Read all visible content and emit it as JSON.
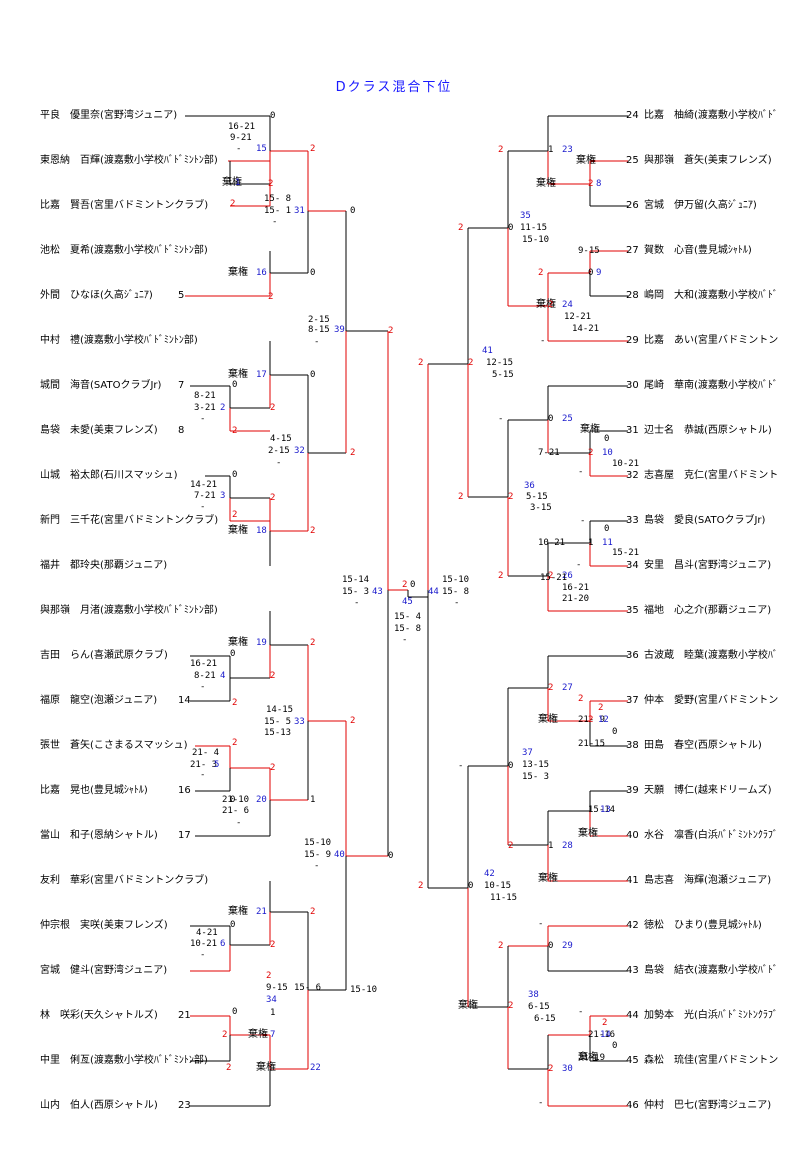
{
  "title": "Dクラス混合下位",
  "left_players": [
    {
      "name": "平良　優里奈(宮野湾ジュニア)",
      "number": ""
    },
    {
      "name": "東恩納　百輝(渡嘉敷小学校ﾊﾞﾄﾞﾐﾝﾄﾝ部)",
      "number": ""
    },
    {
      "name": "比嘉　賢吾(宮里バドミントンクラブ)",
      "number": ""
    },
    {
      "name": "池松　夏希(渡嘉敷小学校ﾊﾞﾄﾞﾐﾝﾄﾝ部)",
      "number": ""
    },
    {
      "name": "外間　ひなほ(久高ｼﾞｭﾆｱ)",
      "number": "5"
    },
    {
      "name": "中村　禮(渡嘉敷小学校ﾊﾞﾄﾞﾐﾝﾄﾝ部)",
      "number": ""
    },
    {
      "name": "城間　海音(SATOクラブJr)",
      "number": "7"
    },
    {
      "name": "島袋　未愛(美東フレンズ)",
      "number": "8"
    },
    {
      "name": "山城　裕太郎(石川スマッシュ)",
      "number": ""
    },
    {
      "name": "新門　三千花(宮里バドミントンクラブ)",
      "number": ""
    },
    {
      "name": "福井　都玲央(那覇ジュニア)",
      "number": ""
    },
    {
      "name": "與那嶺　月渚(渡嘉敷小学校ﾊﾞﾄﾞﾐﾝﾄﾝ部)",
      "number": ""
    },
    {
      "name": "吉田　らん(喜瀬武原クラブ)",
      "number": ""
    },
    {
      "name": "福原　龍空(泡瀬ジュニア)",
      "number": "14"
    },
    {
      "name": "張世　蒼矢(こさまるスマッシュ)",
      "number": ""
    },
    {
      "name": "比嘉　晃也(豊見城ｼｬﾄﾙ)",
      "number": "16"
    },
    {
      "name": "當山　和子(恩納シャトル)",
      "number": "17"
    },
    {
      "name": "友利　華彩(宮里バドミントンクラブ)",
      "number": ""
    },
    {
      "name": "仲宗根　実咲(美東フレンズ)",
      "number": ""
    },
    {
      "name": "宮城　健斗(宮野湾ジュニア)",
      "number": ""
    },
    {
      "name": "林　咲彩(天久シャトルズ)",
      "number": "21"
    },
    {
      "name": "中里　俐亙(渡嘉敷小学校ﾊﾞﾄﾞﾐﾝﾄﾝ部)",
      "number": ""
    },
    {
      "name": "山内　伯人(西原シャトル)",
      "number": "23"
    }
  ],
  "right_players": [
    {
      "number": "24",
      "name": "比嘉　柚綺(渡嘉敷小学校ﾊﾞﾄﾞ"
    },
    {
      "number": "25",
      "name": "與那嶺　蒼矢(美東フレンズ)"
    },
    {
      "number": "26",
      "name": "宮城　伊万留(久高ｼﾞｭﾆｱ)"
    },
    {
      "number": "27",
      "name": "賀数　心音(豊見城ｼｬﾄﾙ)"
    },
    {
      "number": "28",
      "name": "嶋岡　大和(渡嘉敷小学校ﾊﾞﾄﾞ"
    },
    {
      "number": "29",
      "name": "比嘉　あい(宮里バドミントン"
    },
    {
      "number": "30",
      "name": "尾崎　華南(渡嘉敷小学校ﾊﾞﾄﾞ"
    },
    {
      "number": "31",
      "name": "辺士名　恭誠(西原シャトル)"
    },
    {
      "number": "32",
      "name": "志喜屋　克仁(宮里バドミント"
    },
    {
      "number": "33",
      "name": "島袋　愛良(SATOクラブJr)"
    },
    {
      "number": "34",
      "name": "安里　昌斗(宮野湾ジュニア)"
    },
    {
      "number": "35",
      "name": "福地　心之介(那覇ジュニア)"
    },
    {
      "number": "36",
      "name": "古波蔵　睦葉(渡嘉敷小学校ﾊﾞ"
    },
    {
      "number": "37",
      "name": "仲本　愛野(宮里バドミントン"
    },
    {
      "number": "38",
      "name": "田島　春空(西原シャトル)"
    },
    {
      "number": "39",
      "name": "天願　博仁(越来ドリームズ)"
    },
    {
      "number": "40",
      "name": "水谷　凛香(白浜ﾊﾞﾄﾞﾐﾝﾄﾝｸﾗﾌﾞ"
    },
    {
      "number": "41",
      "name": "島志喜　海輝(泡瀬ジュニア)"
    },
    {
      "number": "42",
      "name": "徳松　ひまり(豊見城ｼｬﾄﾙ)"
    },
    {
      "number": "43",
      "name": "島袋　結衣(渡嘉敷小学校ﾊﾞﾄﾞ"
    },
    {
      "number": "44",
      "name": "加勢本　光(白浜ﾊﾞﾄﾞﾐﾝﾄﾝｸﾗﾌﾞ"
    },
    {
      "number": "45",
      "name": "森松　琉佳(宮里バドミントン"
    },
    {
      "number": "46",
      "name": "仲村　巴七(宮野湾ジュニア)"
    }
  ],
  "annotations": [
    {
      "t": "0",
      "c": "k"
    },
    {
      "t": "16-21",
      "c": "k"
    },
    {
      "t": "9-21",
      "c": "k"
    },
    {
      "t": "-",
      "c": "k"
    },
    {
      "t": "15",
      "c": "b"
    },
    {
      "t": "2",
      "c": "r"
    },
    {
      "t": "棄権",
      "c": "k"
    },
    {
      "t": "1",
      "c": "b"
    },
    {
      "t": "2",
      "c": "r"
    },
    {
      "t": "2",
      "c": "r"
    },
    {
      "t": "15- 8",
      "c": "k"
    },
    {
      "t": "15- 1",
      "c": "k"
    },
    {
      "t": "31",
      "c": "b"
    },
    {
      "t": "-",
      "c": "k"
    },
    {
      "t": "0",
      "c": "k"
    },
    {
      "t": "棄権",
      "c": "k"
    },
    {
      "t": "16",
      "c": "b"
    },
    {
      "t": "0",
      "c": "k"
    },
    {
      "t": "2",
      "c": "r"
    },
    {
      "t": "2-15",
      "c": "k"
    },
    {
      "t": "8-15",
      "c": "k"
    },
    {
      "t": "39",
      "c": "b"
    },
    {
      "t": "-",
      "c": "k"
    },
    {
      "t": "2",
      "c": "r"
    },
    {
      "t": "棄権",
      "c": "k"
    },
    {
      "t": "17",
      "c": "b"
    },
    {
      "t": "0",
      "c": "k"
    },
    {
      "t": "0",
      "c": "k"
    },
    {
      "t": "8-21",
      "c": "k"
    },
    {
      "t": "3-21",
      "c": "k"
    },
    {
      "t": "2",
      "c": "b"
    },
    {
      "t": "-",
      "c": "k"
    },
    {
      "t": "2",
      "c": "r"
    },
    {
      "t": "2",
      "c": "r"
    },
    {
      "t": "4-15",
      "c": "k"
    },
    {
      "t": "2-15",
      "c": "k"
    },
    {
      "t": "32",
      "c": "b"
    },
    {
      "t": "-",
      "c": "k"
    },
    {
      "t": "2",
      "c": "r"
    },
    {
      "t": "0",
      "c": "k"
    },
    {
      "t": "14-21",
      "c": "k"
    },
    {
      "t": "7-21",
      "c": "k"
    },
    {
      "t": "3",
      "c": "b"
    },
    {
      "t": "-",
      "c": "k"
    },
    {
      "t": "2",
      "c": "r"
    },
    {
      "t": "棄権",
      "c": "k"
    },
    {
      "t": "18",
      "c": "b"
    },
    {
      "t": "2",
      "c": "r"
    },
    {
      "t": "2",
      "c": "r"
    },
    {
      "t": "15-14",
      "c": "k"
    },
    {
      "t": "15- 3",
      "c": "k"
    },
    {
      "t": "43",
      "c": "b"
    },
    {
      "t": "-",
      "c": "k"
    },
    {
      "t": "2",
      "c": "r"
    },
    {
      "t": "0",
      "c": "k"
    },
    {
      "t": "45",
      "c": "b"
    },
    {
      "t": "15- 4",
      "c": "k"
    },
    {
      "t": "15- 8",
      "c": "k"
    },
    {
      "t": "-",
      "c": "k"
    },
    {
      "t": "44",
      "c": "b"
    },
    {
      "t": "15-10",
      "c": "k"
    },
    {
      "t": "15- 8",
      "c": "k"
    },
    {
      "t": "-",
      "c": "k"
    },
    {
      "t": "棄権",
      "c": "k"
    },
    {
      "t": "19",
      "c": "b"
    },
    {
      "t": "2",
      "c": "r"
    },
    {
      "t": "0",
      "c": "k"
    },
    {
      "t": "16-21",
      "c": "k"
    },
    {
      "t": "8-21",
      "c": "k"
    },
    {
      "t": "4",
      "c": "b"
    },
    {
      "t": "-",
      "c": "k"
    },
    {
      "t": "2",
      "c": "r"
    },
    {
      "t": "2",
      "c": "r"
    },
    {
      "t": "14-15",
      "c": "k"
    },
    {
      "t": "15- 5",
      "c": "k"
    },
    {
      "t": "33",
      "c": "b"
    },
    {
      "t": "15-13",
      "c": "k"
    },
    {
      "t": "2",
      "c": "r"
    },
    {
      "t": "2",
      "c": "r"
    },
    {
      "t": "21- 4",
      "c": "k"
    },
    {
      "t": "21- 3",
      "c": "k"
    },
    {
      "t": "5",
      "c": "b"
    },
    {
      "t": "-",
      "c": "k"
    },
    {
      "t": "2",
      "c": "r"
    },
    {
      "t": "0",
      "c": "k"
    },
    {
      "t": "21-10",
      "c": "k"
    },
    {
      "t": "21- 6",
      "c": "k"
    },
    {
      "t": "20",
      "c": "b"
    },
    {
      "t": "-",
      "c": "k"
    },
    {
      "t": "1",
      "c": "k"
    },
    {
      "t": "15-10",
      "c": "k"
    },
    {
      "t": "15- 9",
      "c": "k"
    },
    {
      "t": "40",
      "c": "b"
    },
    {
      "t": "-",
      "c": "k"
    },
    {
      "t": "0",
      "c": "k"
    },
    {
      "t": "棄権",
      "c": "k"
    },
    {
      "t": "21",
      "c": "b"
    },
    {
      "t": "2",
      "c": "r"
    },
    {
      "t": "0",
      "c": "k"
    },
    {
      "t": "4-21",
      "c": "k"
    },
    {
      "t": "10-21",
      "c": "k"
    },
    {
      "t": "6",
      "c": "b"
    },
    {
      "t": "-",
      "c": "k"
    },
    {
      "t": "2",
      "c": "r"
    },
    {
      "t": "2",
      "c": "r"
    },
    {
      "t": "9-15",
      "c": "k"
    },
    {
      "t": "15- 6",
      "c": "k"
    },
    {
      "t": "34",
      "c": "b"
    },
    {
      "t": "15-10",
      "c": "k"
    },
    {
      "t": "0",
      "c": "k"
    },
    {
      "t": "2",
      "c": "r"
    },
    {
      "t": "棄権",
      "c": "k"
    },
    {
      "t": "7",
      "c": "b"
    },
    {
      "t": "2",
      "c": "r"
    },
    {
      "t": "棄権",
      "c": "k"
    },
    {
      "t": "22",
      "c": "b"
    },
    {
      "t": "1",
      "c": "k"
    },
    {
      "t": "2",
      "c": "r"
    },
    {
      "t": "1",
      "c": "k"
    },
    {
      "t": "23",
      "c": "b"
    },
    {
      "t": "棄権",
      "c": "k"
    },
    {
      "t": "2",
      "c": "r"
    },
    {
      "t": "8",
      "c": "b"
    },
    {
      "t": "棄権",
      "c": "k"
    },
    {
      "t": "2",
      "c": "r"
    },
    {
      "t": "0",
      "c": "k"
    },
    {
      "t": "35",
      "c": "b"
    },
    {
      "t": "11-15",
      "c": "k"
    },
    {
      "t": "15-10",
      "c": "k"
    },
    {
      "t": "9-15",
      "c": "k"
    },
    {
      "t": "2",
      "c": "r"
    },
    {
      "t": "0",
      "c": "k"
    },
    {
      "t": "9",
      "c": "b"
    },
    {
      "t": "棄権",
      "c": "k"
    },
    {
      "t": "2",
      "c": "r"
    },
    {
      "t": "24",
      "c": "b"
    },
    {
      "t": "12-21",
      "c": "k"
    },
    {
      "t": "14-21",
      "c": "k"
    },
    {
      "t": "-",
      "c": "k"
    },
    {
      "t": "2",
      "c": "r"
    },
    {
      "t": "2",
      "c": "r"
    },
    {
      "t": "41",
      "c": "b"
    },
    {
      "t": "12-15",
      "c": "k"
    },
    {
      "t": "5-15",
      "c": "k"
    },
    {
      "t": "-",
      "c": "k"
    },
    {
      "t": "0",
      "c": "k"
    },
    {
      "t": "25",
      "c": "b"
    },
    {
      "t": "棄権",
      "c": "k"
    },
    {
      "t": "0",
      "c": "k"
    },
    {
      "t": "7-21",
      "c": "k"
    },
    {
      "t": "2",
      "c": "r"
    },
    {
      "t": "10",
      "c": "b"
    },
    {
      "t": "10-21",
      "c": "k"
    },
    {
      "t": "-",
      "c": "k"
    },
    {
      "t": "2",
      "c": "r"
    },
    {
      "t": "2",
      "c": "r"
    },
    {
      "t": "36",
      "c": "b"
    },
    {
      "t": "5-15",
      "c": "k"
    },
    {
      "t": "3-15",
      "c": "k"
    },
    {
      "t": "-",
      "c": "k"
    },
    {
      "t": "0",
      "c": "k"
    },
    {
      "t": "10-21",
      "c": "k"
    },
    {
      "t": "1",
      "c": "k"
    },
    {
      "t": "11",
      "c": "b"
    },
    {
      "t": "15-21",
      "c": "k"
    },
    {
      "t": "-",
      "c": "k"
    },
    {
      "t": "2",
      "c": "r"
    },
    {
      "t": "2",
      "c": "r"
    },
    {
      "t": "26",
      "c": "b"
    },
    {
      "t": "16-21",
      "c": "k"
    },
    {
      "t": "21-20",
      "c": "k"
    },
    {
      "t": "15-21",
      "c": "k"
    },
    {
      "t": "2",
      "c": "r"
    },
    {
      "t": "2",
      "c": "r"
    },
    {
      "t": "27",
      "c": "b"
    },
    {
      "t": "棄権",
      "c": "k"
    },
    {
      "t": "2",
      "c": "r"
    },
    {
      "t": "21- 9",
      "c": "k"
    },
    {
      "t": "2",
      "c": "r"
    },
    {
      "t": "12",
      "c": "b"
    },
    {
      "t": "21-15",
      "c": "k"
    },
    {
      "t": "0",
      "c": "k"
    },
    {
      "t": "-",
      "c": "k"
    },
    {
      "t": "0",
      "c": "k"
    },
    {
      "t": "37",
      "c": "b"
    },
    {
      "t": "13-15",
      "c": "k"
    },
    {
      "t": "15- 3",
      "c": "k"
    },
    {
      "t": "15-14",
      "c": "k"
    },
    {
      "t": "13",
      "c": "b"
    },
    {
      "t": "棄権",
      "c": "k"
    },
    {
      "t": "2",
      "c": "r"
    },
    {
      "t": "1",
      "c": "k"
    },
    {
      "t": "28",
      "c": "b"
    },
    {
      "t": "棄権",
      "c": "k"
    },
    {
      "t": "2",
      "c": "r"
    },
    {
      "t": "0",
      "c": "k"
    },
    {
      "t": "42",
      "c": "b"
    },
    {
      "t": "10-15",
      "c": "k"
    },
    {
      "t": "11-15",
      "c": "k"
    },
    {
      "t": "-",
      "c": "k"
    },
    {
      "t": "2",
      "c": "r"
    },
    {
      "t": "0",
      "c": "k"
    },
    {
      "t": "29",
      "c": "b"
    },
    {
      "t": "棄権",
      "c": "k"
    },
    {
      "t": "2",
      "c": "r"
    },
    {
      "t": "38",
      "c": "b"
    },
    {
      "t": "6-15",
      "c": "k"
    },
    {
      "t": "6-15",
      "c": "k"
    },
    {
      "t": "-",
      "c": "k"
    },
    {
      "t": "2",
      "c": "r"
    },
    {
      "t": "21-16",
      "c": "k"
    },
    {
      "t": "14",
      "c": "b"
    },
    {
      "t": "21-19",
      "c": "k"
    },
    {
      "t": "0",
      "c": "k"
    },
    {
      "t": "-",
      "c": "k"
    },
    {
      "t": "2",
      "c": "r"
    },
    {
      "t": "30",
      "c": "b"
    },
    {
      "t": "棄権",
      "c": "k"
    },
    {
      "t": "2",
      "c": "r"
    }
  ],
  "colors": {
    "red": "#e00000",
    "black": "#000000",
    "blue": "#1a1acc"
  }
}
